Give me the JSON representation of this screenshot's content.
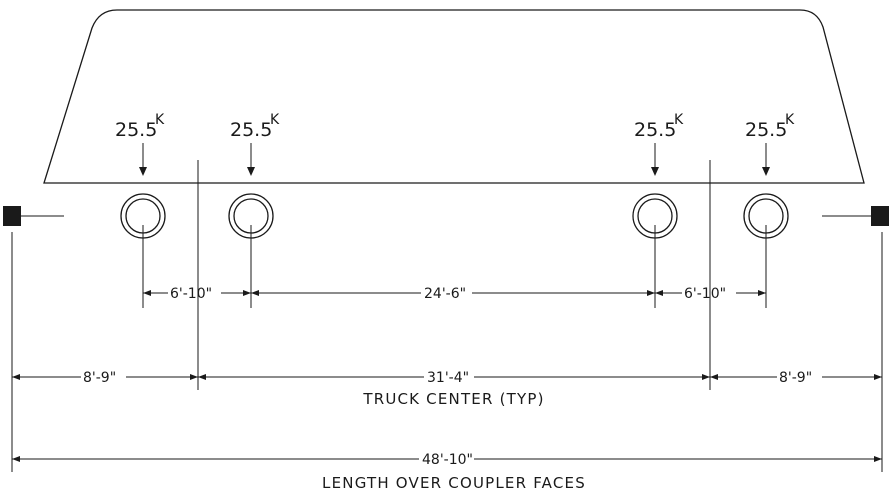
{
  "loads": [
    {
      "value": "25.5",
      "unit": "K"
    },
    {
      "value": "25.5",
      "unit": "K"
    },
    {
      "value": "25.5",
      "unit": "K"
    },
    {
      "value": "25.5",
      "unit": "K"
    }
  ],
  "dimensions": {
    "axle_spacing_left": "6'-10\"",
    "inner_axle_spacing": "24'-6\"",
    "axle_spacing_right": "6'-10\"",
    "overhang_left": "8'-9\"",
    "truck_center": "31'-4\"",
    "overhang_right": "8'-9\"",
    "overall_length": "48'-10\""
  },
  "captions": {
    "truck_center": "TRUCK CENTER (TYP)",
    "overall_length": "LENGTH OVER COUPLER FACES"
  }
}
